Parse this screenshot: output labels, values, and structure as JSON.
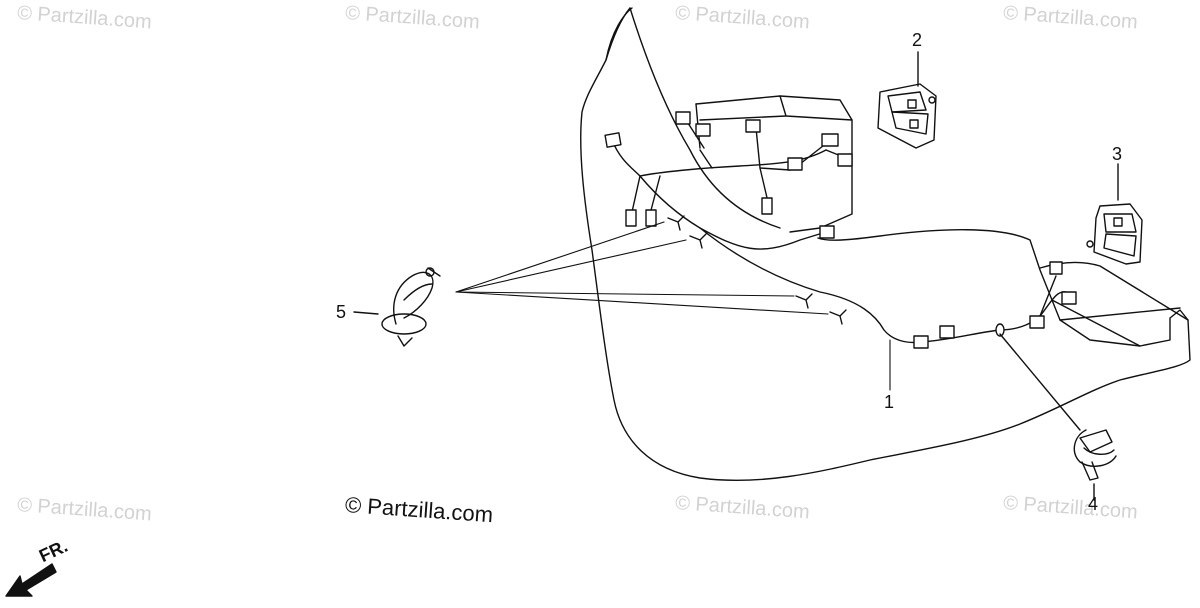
{
  "watermarks": [
    "© Partzilla.com",
    "© Partzilla.com",
    "© Partzilla.com",
    "© Partzilla.com",
    "© Partzilla.com",
    "© Partzilla.com",
    "© Partzilla.com",
    "© Partzilla.com"
  ],
  "copyright": "© Partzilla.com",
  "callouts": [
    "1",
    "2",
    "3",
    "4",
    "5"
  ],
  "direction_label": "FR."
}
